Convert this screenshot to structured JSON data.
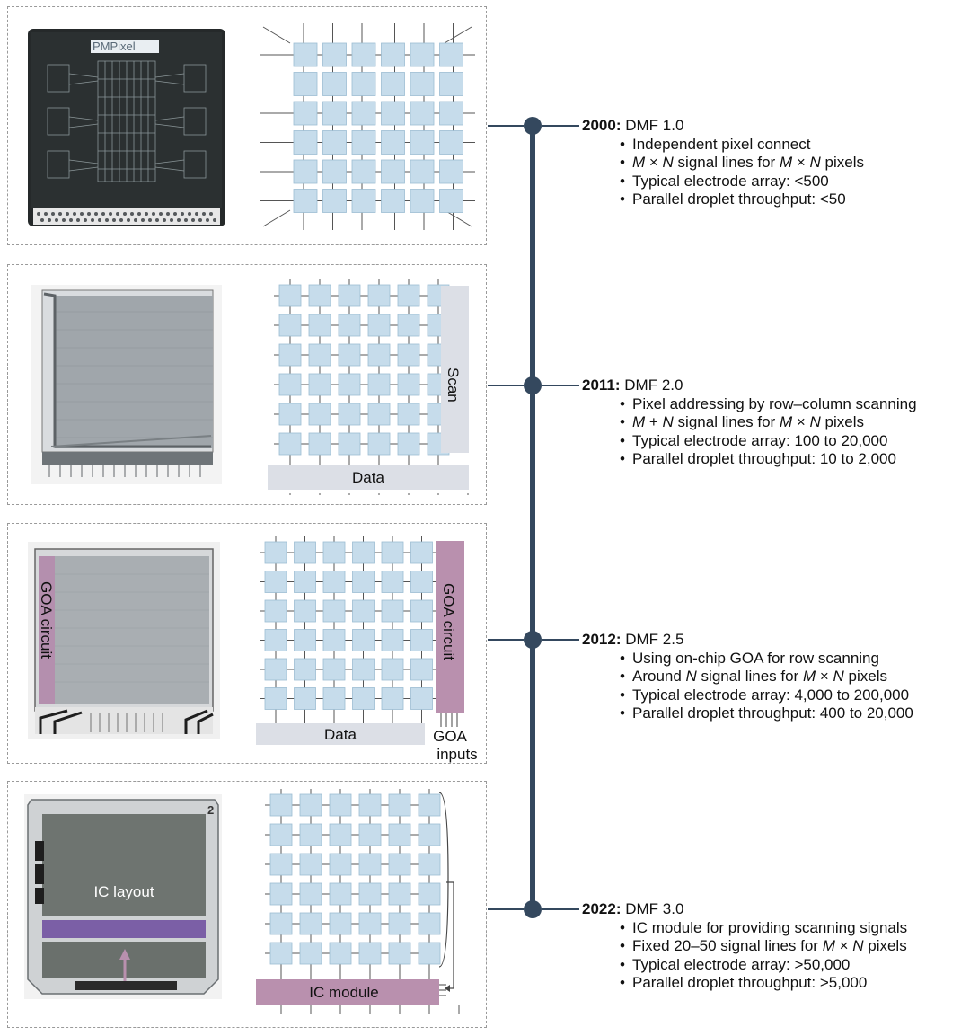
{
  "panels": [
    {
      "chip_logo": "PMPixel"
    },
    {
      "scan_label": "Scan",
      "data_label": "Data"
    },
    {
      "goa_side_label": "GOA circuit",
      "goa_circuit_label": "GOA circuit",
      "data_label": "Data",
      "goa_inputs_line1": "GOA",
      "goa_inputs_line2": "inputs"
    },
    {
      "ic_layout_label": "IC layout",
      "ic_module_label": "IC module",
      "chip_mark": "2"
    }
  ],
  "timeline": [
    {
      "year": "2000:",
      "title": "DMF 1.0",
      "bullets": [
        "Independent pixel connect",
        "M × N signal lines for M × N pixels",
        "Typical electrode array: <500",
        "Parallel droplet throughput: <50"
      ]
    },
    {
      "year": "2011:",
      "title": "DMF 2.0",
      "bullets": [
        "Pixel addressing by row–column scanning",
        "M + N signal lines for M × N pixels",
        "Typical electrode array: 100 to 20,000",
        "Parallel droplet throughput:  10 to 2,000"
      ]
    },
    {
      "year": "2012:",
      "title": "DMF 2.5",
      "bullets": [
        "Using on-chip GOA for row scanning",
        "Around N signal lines for M × N pixels",
        "Typical electrode array: 4,000 to 200,000",
        "Parallel droplet throughput: 400 to 20,000"
      ]
    },
    {
      "year": "2022:",
      "title": "DMF 3.0",
      "bullets": [
        "IC module for providing scanning signals",
        "Fixed 20–50 signal lines for M × N pixels",
        "Typical electrode array: >50,000",
        "Parallel droplet throughput: >5,000"
      ]
    }
  ],
  "colors": {
    "electrode": "#c6dceb",
    "electrode_border": "#9cbdd3",
    "gray_bar": "#dcdfe6",
    "purple": "#b990ae",
    "timeline": "#34485e"
  }
}
